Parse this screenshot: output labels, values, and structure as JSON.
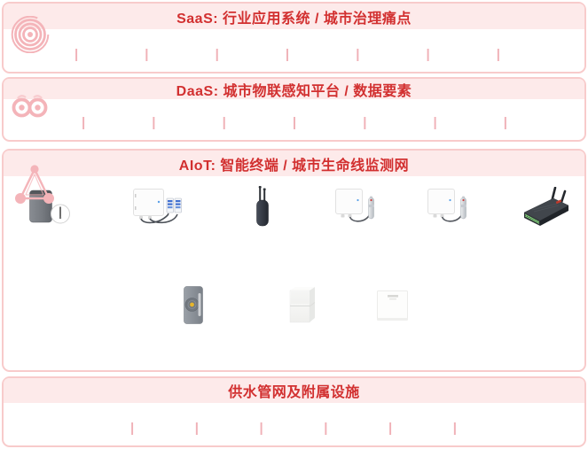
{
  "colors": {
    "band_border": "#f8cbcb",
    "band_header_bg": "#fdeaea",
    "title_red": "#d23030",
    "separator_pink": "#f0b1b7",
    "icon_pink": "#f4b4b9"
  },
  "bands": {
    "saas": {
      "title": "SaaS: 行业应用系统 / 城市治理痛点",
      "icon": "concentric-circles",
      "separators": [
        "|",
        "|",
        "|",
        "|",
        "|",
        "|",
        "|"
      ]
    },
    "daas": {
      "title": "DaaS: 城市物联感知平台 / 数据要素",
      "icon": "double-rings",
      "separators": [
        "|",
        "|",
        "|",
        "|",
        "|",
        "|",
        "|"
      ]
    },
    "aiot": {
      "title": "AIoT: 智能终端 / 城市生命线监测网",
      "icon": "triangle-network",
      "devices": [
        "tower-terminal-with-gauge",
        "rtu-box-with-din-modules",
        "rod-antenna-device",
        "sensor-box-with-probe",
        "sensor-box-with-probe",
        "wireless-router",
        "wall-mount-sensor",
        "white-cube-device",
        "flat-panel-device"
      ]
    },
    "infra": {
      "title": "供水管网及附属设施",
      "separators": [
        "|",
        "|",
        "|",
        "|",
        "|",
        "|"
      ]
    }
  }
}
